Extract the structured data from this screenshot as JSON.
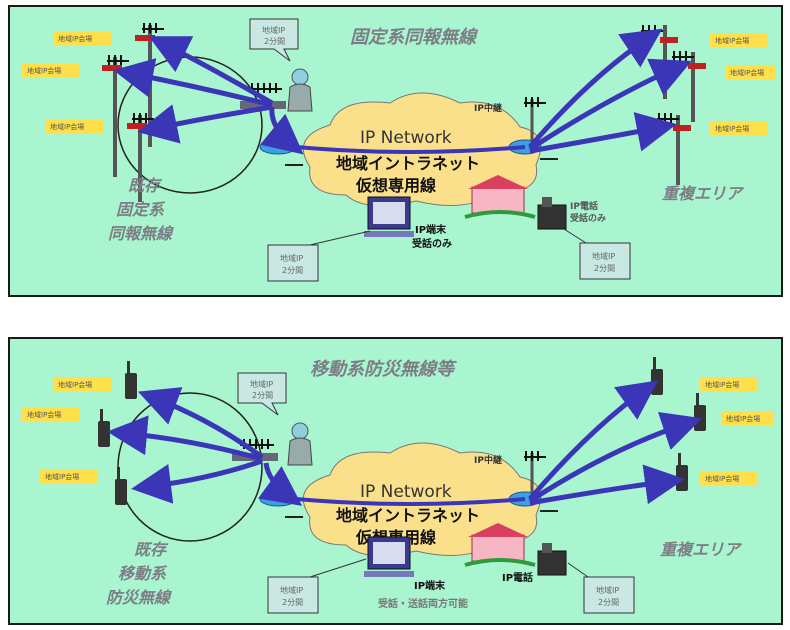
{
  "colors": {
    "panel_bg": "#a8f5d0",
    "tag_yellow": "#ffe04a",
    "cloud": "#fbe08c",
    "arrow": "#3b35b8",
    "callout": "#c9e8e4",
    "label_gray": "#7d7d85"
  },
  "panels": [
    {
      "title": "固定系同報無線",
      "cloud": {
        "line1": "IP Network",
        "line2": "地域イントラネット",
        "line3": "仮想専用線"
      },
      "relay_label": "IP中継",
      "left_caption": [
        "既存",
        "固定系",
        "同報無線"
      ],
      "right_caption": "重複エリア",
      "pc_caption": [
        "IP端末",
        "受話のみ"
      ],
      "phone_caption": [
        "IP電話",
        "受話のみ"
      ],
      "callout_text": [
        "地域IP",
        "2分間"
      ],
      "tag_text": "地域IP会場"
    },
    {
      "title": "移動系防災無線等",
      "cloud": {
        "line1": "IP Network",
        "line2": "地域イントラネット",
        "line3": "仮想専用線"
      },
      "relay_label": "IP中継",
      "left_caption": [
        "既存",
        "移動系",
        "防災無線"
      ],
      "right_caption": "重複エリア",
      "pc_caption": [
        "IP端末",
        "受話・送話両方可能"
      ],
      "phone_caption": [
        "IP電話",
        ""
      ],
      "callout_text": [
        "地域IP",
        "2分間"
      ],
      "tag_text": "地域IP会場"
    }
  ]
}
